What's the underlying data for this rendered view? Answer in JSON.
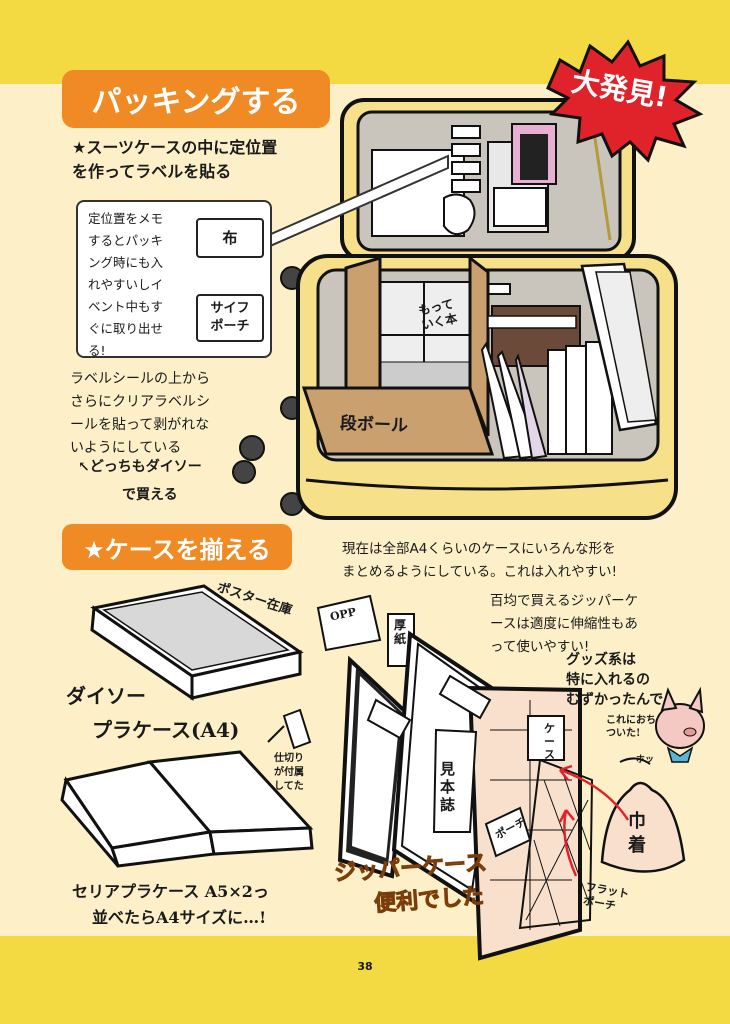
{
  "header": {
    "title": "パッキングする",
    "burst_label": "大発見!"
  },
  "section1": {
    "subtitle_line1": "★スーツケースの中に定位置",
    "subtitle_line2": "を作ってラベルを貼る",
    "note": {
      "text_lines": [
        "定位置をメモ",
        "するとパッキ",
        "ング時にも入",
        "れやすいしイ",
        "ベント中もす",
        "ぐに取り出せ",
        "る!"
      ],
      "label_wallet": "布",
      "label_pouch_line1": "サイフ",
      "label_pouch_line2": "ポーチ"
    },
    "label_tip_lines": [
      "ラベルシールの上から",
      "さらにクリアラベルシ",
      "ールを貼って剥がれな",
      "いようにしている"
    ],
    "daiso_note_line1": "どっちもダイソー",
    "daiso_note_line2": "で買える",
    "cardboard_label": "段ボール",
    "box_sticker_line1": "もって",
    "box_sticker_line2": "いく本"
  },
  "section2": {
    "title": "★ケースを揃える",
    "desc_lines": [
      "現在は全部A4くらいのケースにいろんな形を",
      "まとめるようにしている。これは入れやすい!"
    ],
    "zipper_desc_lines": [
      "百均で買えるジッパーケ",
      "ースは適度に伸縮性もあ",
      "って使いやすい!"
    ],
    "poster_label": "ポスター在庫",
    "opp_label": "OPP",
    "thick_paper_label": "厚紙",
    "daiso_case_line1": "ダイソー",
    "daiso_case_line2": "プラケース(A4)",
    "divider_line1": "仕切り",
    "divider_line2": "が付属",
    "divider_line3": "してた",
    "seria_line1": "セリアプラケース A5×2っ",
    "seria_line2": "並べたらA4サイズに…!",
    "goods_line1": "グッズ系は",
    "goods_line2": "特に入れるの",
    "goods_line3": "むずかったんで",
    "relief_line1": "これにおち",
    "relief_line2": "ついた!",
    "pig_sound": "ホッ",
    "kinchaku_line1": "巾",
    "kinchaku_line2": "着",
    "sample_label": "見本誌",
    "pouch_label": "ポーチ",
    "case_label": "ケース",
    "flat_line1": "フラット",
    "flat_line2": "ポーチ",
    "zipper_big_line1": "ジッパーケース",
    "zipper_big_line2": "便利でした"
  },
  "footer": {
    "page_number": "38"
  },
  "colors": {
    "accent_orange": "#f08a24",
    "band_yellow": "#f4da42",
    "page_bg": "#fdf0c8",
    "burst_red": "#e0222a",
    "suitcase_yellow": "#f6e08a"
  }
}
